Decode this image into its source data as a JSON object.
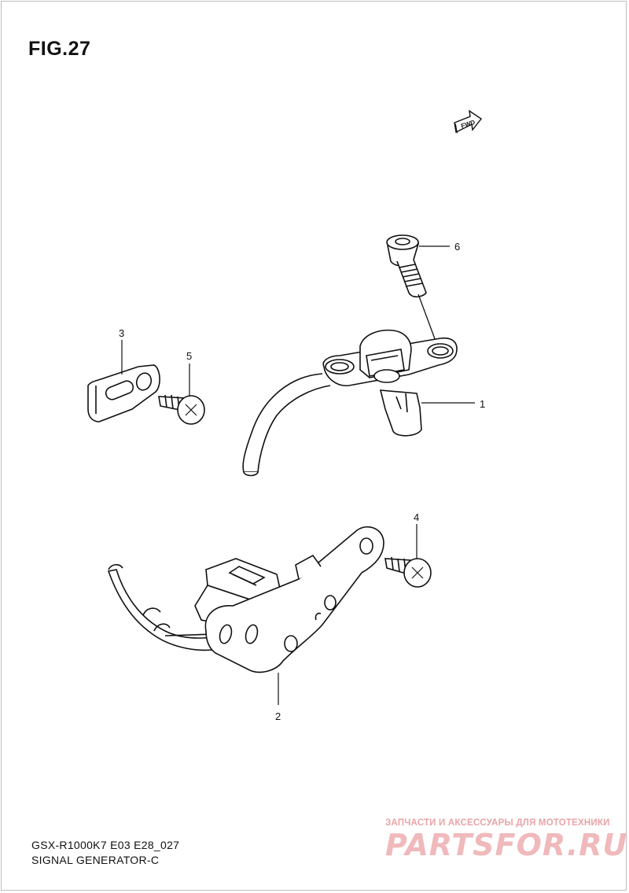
{
  "figure": {
    "title": "FIG.27",
    "direction_marker": "FWD"
  },
  "callouts": [
    {
      "number": "1",
      "part": "signal-generator-sensor"
    },
    {
      "number": "2",
      "part": "sensor-bracket-with-wiring"
    },
    {
      "number": "3",
      "part": "wire-clamp"
    },
    {
      "number": "4",
      "part": "screw"
    },
    {
      "number": "5",
      "part": "screw"
    },
    {
      "number": "6",
      "part": "bolt"
    }
  ],
  "footer": {
    "model_code": "GSX-R1000K7 E03 E28_027",
    "part_group": "SIGNAL GENERATOR-C"
  },
  "watermark": {
    "tagline": "ЗАПЧАСТИ И АКСЕССУАРЫ ДЛЯ МОТОТЕХНИКИ",
    "logo": "PARTSFOR.RU"
  },
  "colors": {
    "line": "#1a1a1a",
    "watermark": "#f0b9bb"
  }
}
